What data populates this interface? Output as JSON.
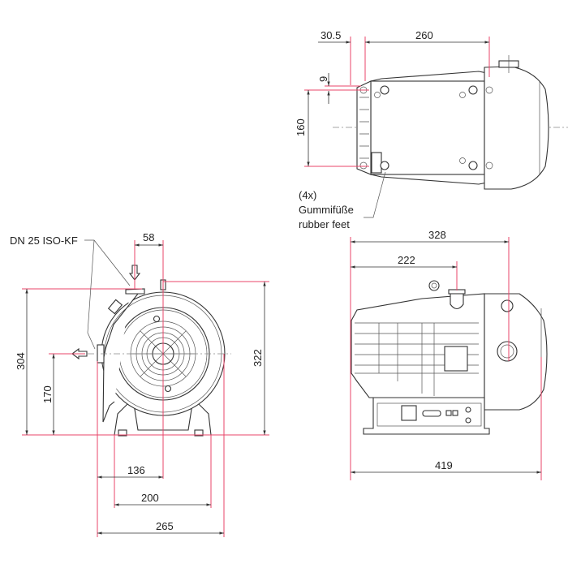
{
  "colors": {
    "dimension_line": "#e8456a",
    "drawing": "#333333"
  },
  "top_view": {
    "dims": {
      "offset": "30.5",
      "length": "260",
      "small": "9",
      "foot_spacing": "160"
    },
    "annotation": {
      "count": "(4x)",
      "de": "Gummifüße",
      "en": "rubber feet"
    }
  },
  "front_view": {
    "flange_label": "DN 25 ISO-KF",
    "dims": {
      "inlet_offset": "58",
      "height_inlet": "304",
      "height_total": "322",
      "outlet_height": "170",
      "outlet_offset": "136",
      "foot_width": "200",
      "total_width": "265"
    }
  },
  "side_view": {
    "dims": {
      "exhaust_pos": "328",
      "inlet_pos": "222",
      "total_length": "419"
    }
  }
}
